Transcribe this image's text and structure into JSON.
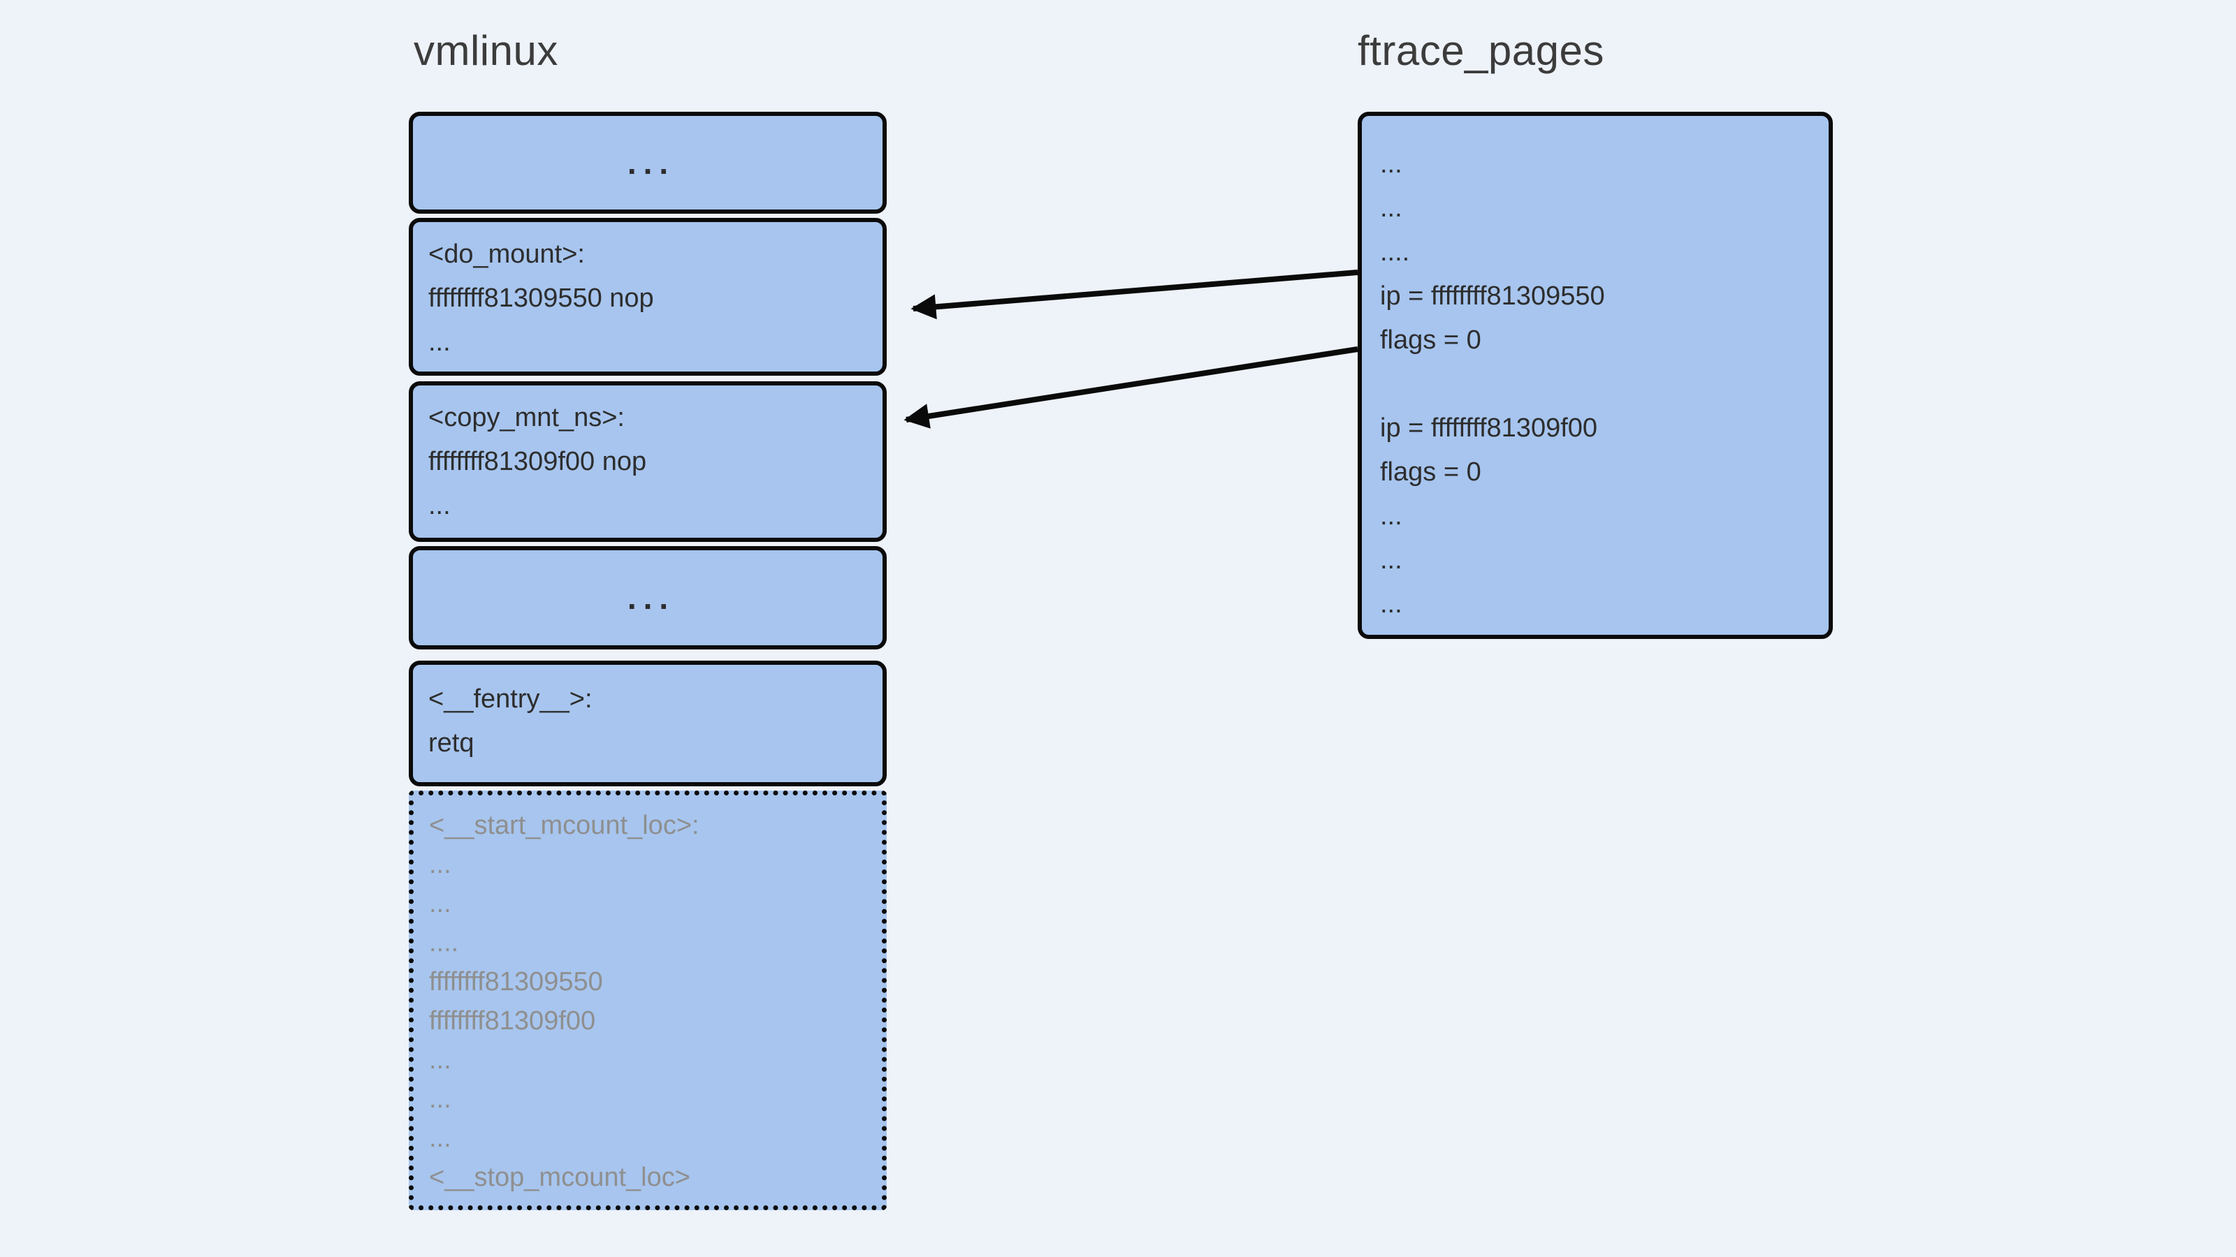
{
  "left_section": {
    "title": "vmlinux",
    "boxes": [
      {
        "style": "solid-centered",
        "lines": [
          "..."
        ]
      },
      {
        "style": "solid",
        "lines": [
          "<do_mount>:",
          "ffffffff81309550 nop",
          "..."
        ]
      },
      {
        "style": "solid",
        "lines": [
          "<copy_mnt_ns>:",
          "ffffffff81309f00 nop",
          "..."
        ]
      },
      {
        "style": "solid-centered",
        "lines": [
          "..."
        ]
      },
      {
        "style": "solid",
        "lines": [
          "<__fentry__>:",
          "retq"
        ]
      },
      {
        "style": "dotted-muted",
        "lines": [
          "<__start_mcount_loc>:",
          "...",
          "...",
          "....",
          "ffffffff81309550",
          "ffffffff81309f00",
          "...",
          "...",
          "...",
          "<__stop_mcount_loc>"
        ]
      }
    ]
  },
  "right_section": {
    "title": "ftrace_pages",
    "box": {
      "lines": [
        "...",
        "...",
        "....",
        "ip = ffffffff81309550",
        "flags = 0",
        "",
        "ip = ffffffff81309f00",
        "flags = 0",
        "...",
        "...",
        "..."
      ]
    }
  },
  "arrows": [
    {
      "from": "ftrace_pages: ip = ffffffff81309550",
      "to": "vmlinux: <do_mount> ffffffff81309550 nop"
    },
    {
      "from": "ftrace_pages: ip = ffffffff81309f00",
      "to": "vmlinux: <copy_mnt_ns> ffffffff81309f00 nop"
    }
  ],
  "colors": {
    "background": "#eef2f9",
    "box_fill": "#a7c5ee",
    "box_border": "#0a0a0a",
    "text_dark": "#2d2d2d",
    "text_gray": "#8f8f8f",
    "title_color": "#3c3c3c",
    "arrow_color": "#0a0a0a"
  }
}
